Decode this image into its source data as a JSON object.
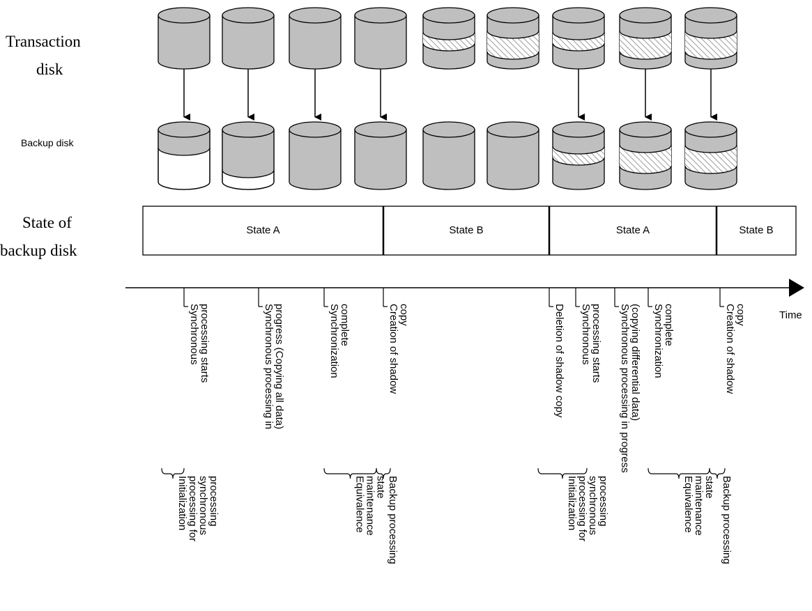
{
  "labels": {
    "transaction_disk_line1": "Transaction",
    "transaction_disk_line2": "disk",
    "backup_disk": "Backup disk",
    "state_line1": "State of",
    "state_line2": "backup disk",
    "time": "Time"
  },
  "transaction_disks": [
    {
      "pattern": "full",
      "arrow": true
    },
    {
      "pattern": "full",
      "arrow": true
    },
    {
      "pattern": "full",
      "arrow": true
    },
    {
      "pattern": "full",
      "arrow": true
    },
    {
      "pattern": "band-hatch",
      "arrow": false
    },
    {
      "pattern": "two-bands-hatch",
      "arrow": false
    },
    {
      "pattern": "band-hatch",
      "arrow": true
    },
    {
      "pattern": "two-bands-hatch",
      "arrow": true
    },
    {
      "pattern": "two-bands-hatch",
      "arrow": true
    }
  ],
  "backup_disks": [
    {
      "pattern": "top-filled"
    },
    {
      "pattern": "mostly-filled"
    },
    {
      "pattern": "full"
    },
    {
      "pattern": "full"
    },
    {
      "pattern": "full"
    },
    {
      "pattern": "full"
    },
    {
      "pattern": "band-hatch"
    },
    {
      "pattern": "two-bands-hatch"
    },
    {
      "pattern": "two-bands-hatch"
    }
  ],
  "states": [
    {
      "label": "State A"
    },
    {
      "label": "State B"
    },
    {
      "label": "State A"
    },
    {
      "label": "State B"
    }
  ],
  "events": [
    {
      "lines": [
        "Synchronous",
        "processing starts"
      ]
    },
    {
      "lines": [
        "Synchronous processing in",
        "progress (Copying all data)"
      ]
    },
    {
      "lines": [
        "Synchronization",
        "complete"
      ]
    },
    {
      "lines": [
        "Creation of shadow",
        "copy"
      ]
    },
    {
      "lines": [
        "Deletion of shadow copy"
      ]
    },
    {
      "lines": [
        "Synchronous",
        "processing starts"
      ]
    },
    {
      "lines": [
        "Synchronous processing in progress",
        "(copying differential data)"
      ]
    },
    {
      "lines": [
        "Synchronization",
        "complete"
      ]
    },
    {
      "lines": [
        "Creation of shadow",
        "copy"
      ]
    }
  ],
  "phases": [
    {
      "lines": [
        "Initialization",
        "processing for",
        "synchronous",
        "processing"
      ]
    },
    {
      "lines": [
        "Equivalence",
        "maintenance",
        "state"
      ]
    },
    {
      "lines": [
        "Backup processing"
      ]
    },
    {
      "lines": [
        "Initialization",
        "processing for",
        "synchronous",
        "processing"
      ]
    },
    {
      "lines": [
        "Equivalence",
        "maintenance",
        "state"
      ]
    },
    {
      "lines": [
        "Backup processing"
      ]
    }
  ],
  "colors": {
    "disk_fill": "#bfbfbf",
    "hatch": "#9a9a9a",
    "line": "#000000"
  }
}
